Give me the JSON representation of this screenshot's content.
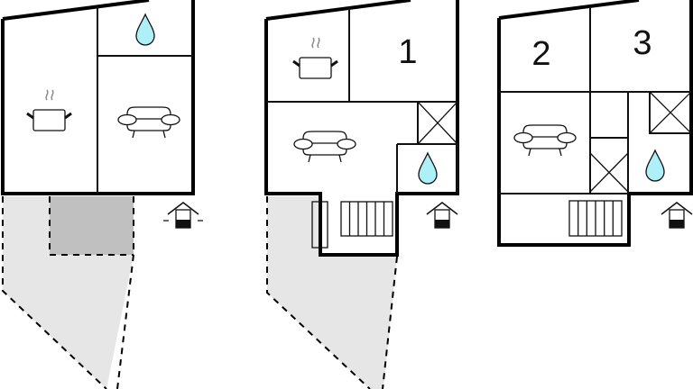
{
  "plans": [
    {
      "name": "ground-floor-plan",
      "labels": []
    },
    {
      "name": "first-floor-plan",
      "labels": [
        "1"
      ]
    },
    {
      "name": "second-floor-plan",
      "labels": [
        "2",
        "3"
      ]
    }
  ],
  "icons": [
    "water-drop-icon",
    "cooking-pot-icon",
    "sofa-icon",
    "entrance-icon",
    "stairs-icon",
    "void-cross-icon"
  ],
  "colors": {
    "wall": "#000000",
    "water": "#aef0f8",
    "terrace": "#e6e6e6",
    "covered": "#c0c0c0"
  }
}
